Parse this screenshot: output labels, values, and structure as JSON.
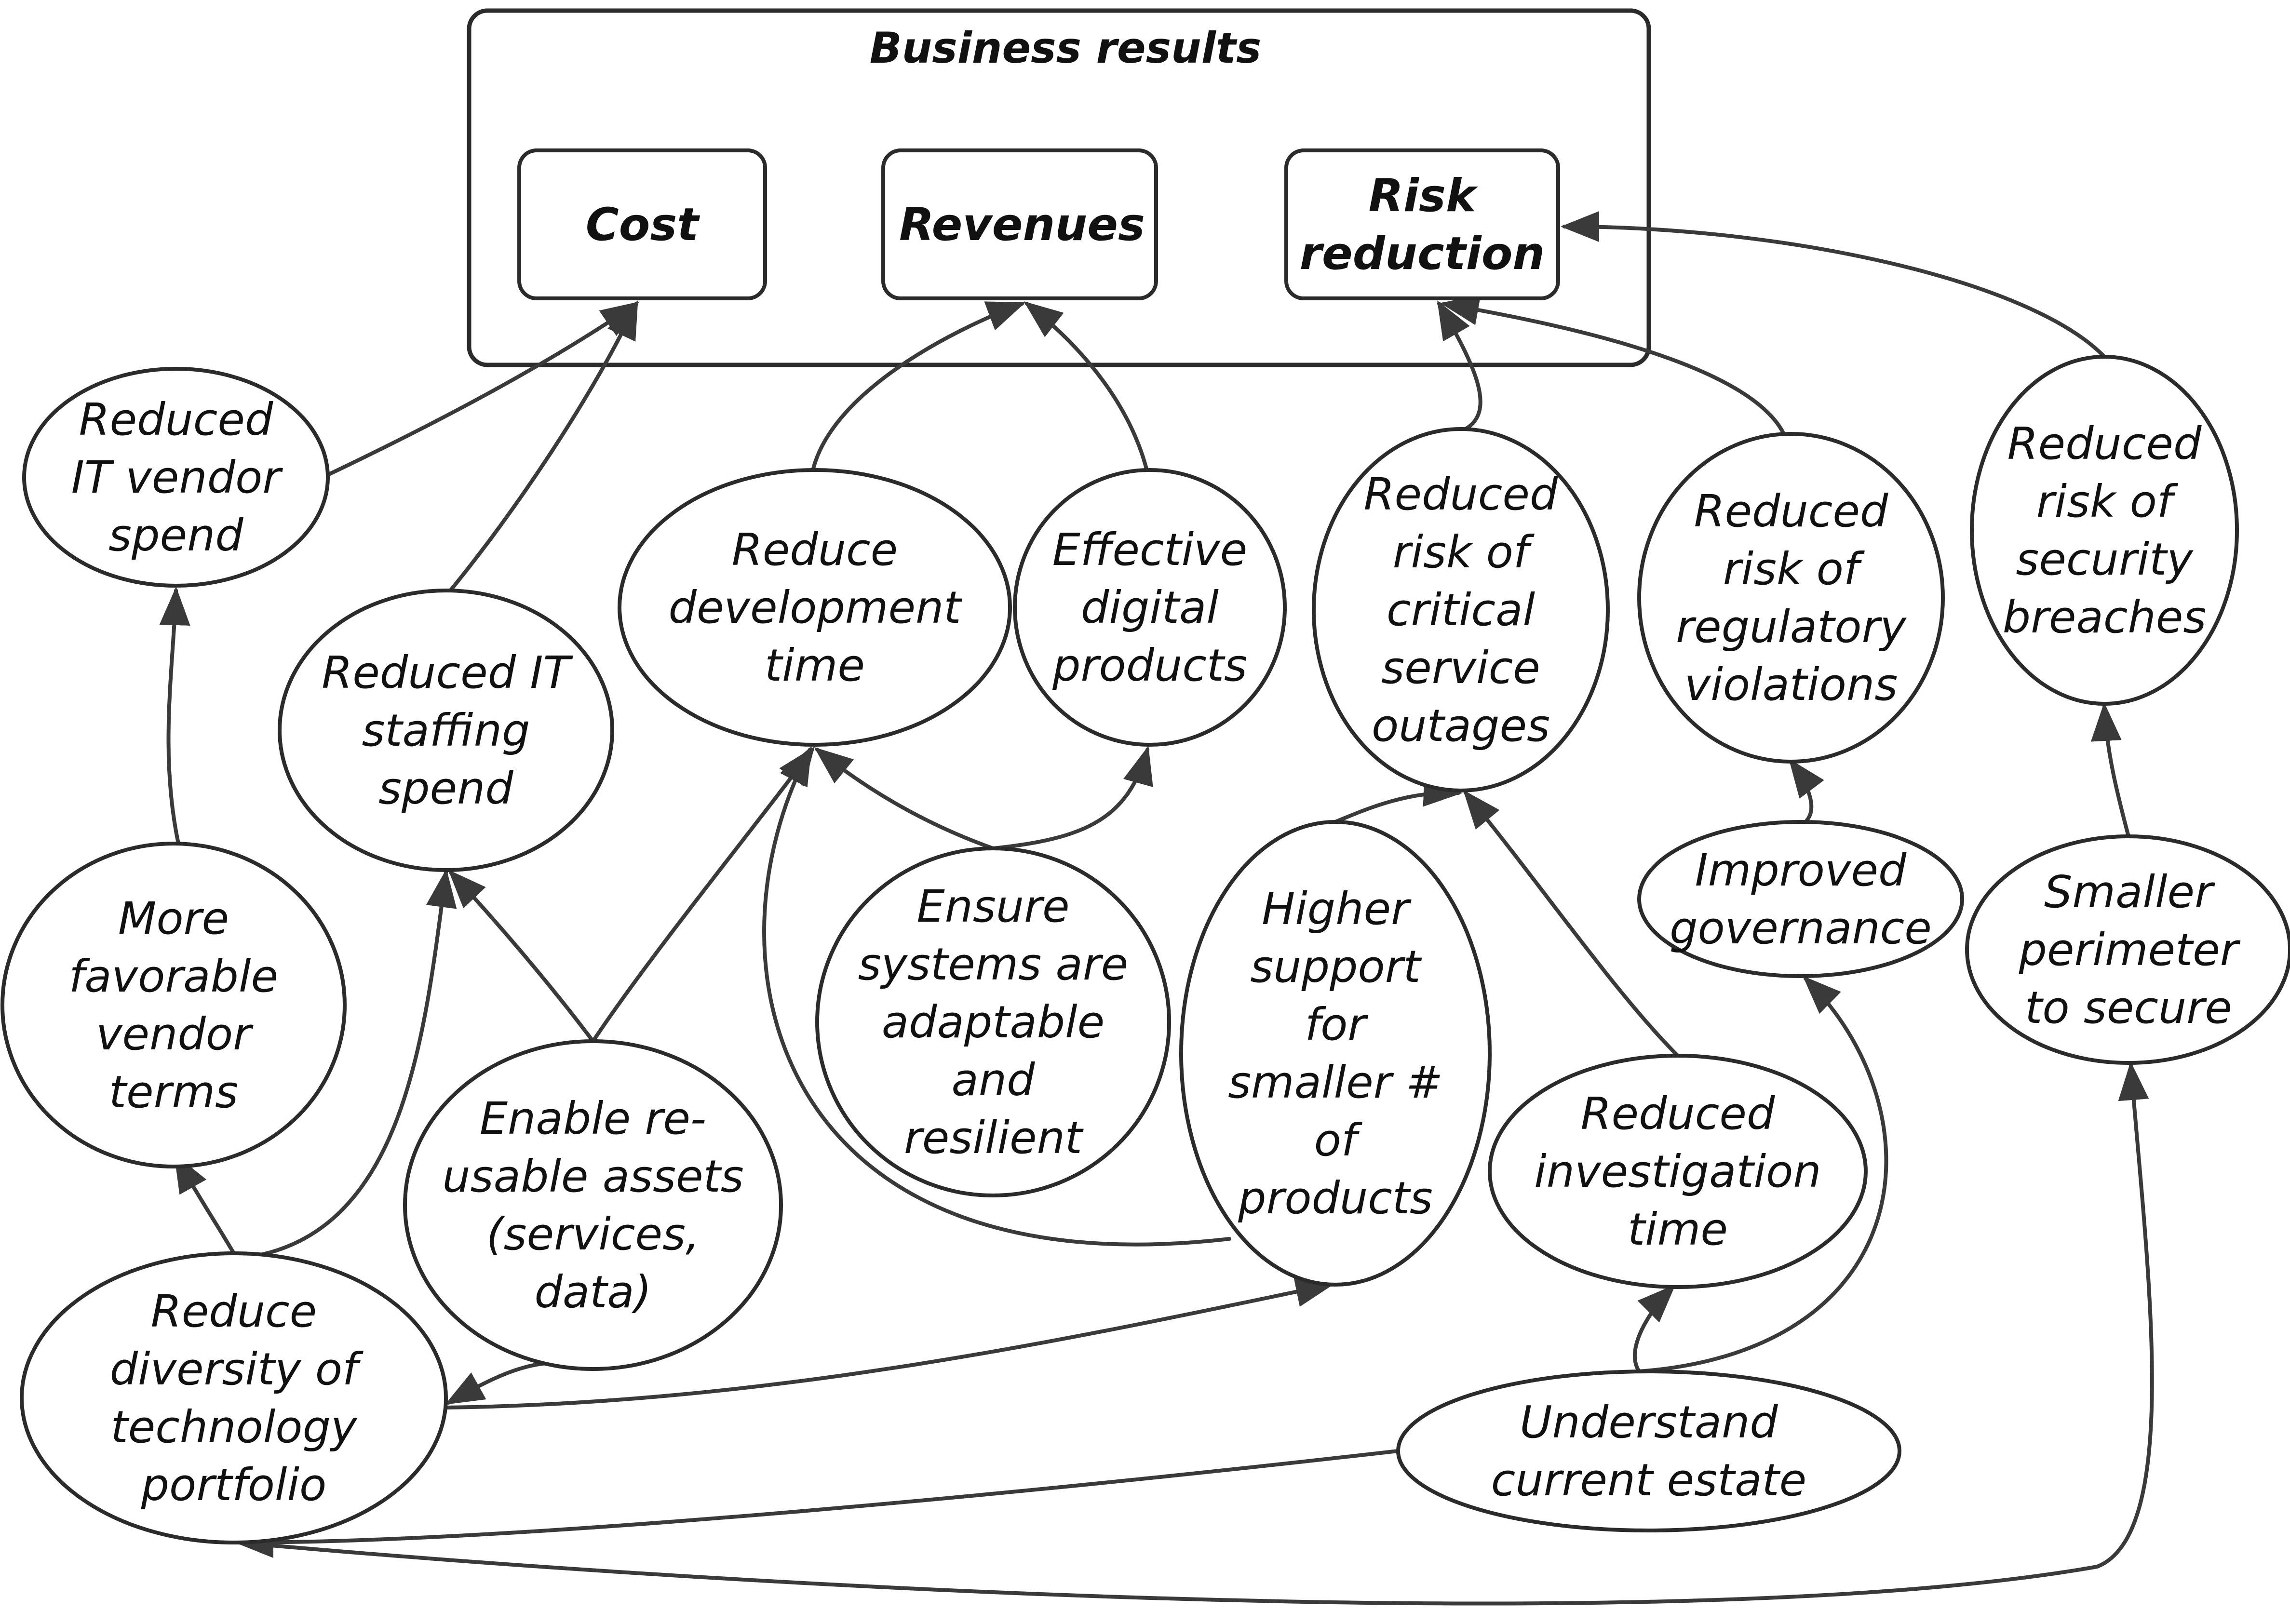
{
  "group": {
    "title": "Business results"
  },
  "nodes": {
    "cost": {
      "lines": [
        "Cost"
      ]
    },
    "revenues": {
      "lines": [
        "Revenues"
      ]
    },
    "risk_reduction": {
      "lines": [
        "Risk",
        "reduction"
      ]
    },
    "reduced_it_vendor_spend": {
      "lines": [
        "Reduced",
        "IT vendor",
        "spend"
      ]
    },
    "reduced_it_staffing_spend": {
      "lines": [
        "Reduced IT",
        "staffing",
        "spend"
      ]
    },
    "reduce_development_time": {
      "lines": [
        "Reduce",
        "development",
        "time"
      ]
    },
    "effective_digital_products": {
      "lines": [
        "Effective",
        "digital",
        "products"
      ]
    },
    "reduced_risk_outages": {
      "lines": [
        "Reduced",
        "risk of",
        "critical",
        "service",
        "outages"
      ]
    },
    "reduced_risk_regulatory": {
      "lines": [
        "Reduced",
        "risk of",
        "regulatory",
        "violations"
      ]
    },
    "reduced_risk_security": {
      "lines": [
        "Reduced",
        "risk of",
        "security",
        "breaches"
      ]
    },
    "more_favorable_vendor_terms": {
      "lines": [
        "More",
        "favorable",
        "vendor",
        "terms"
      ]
    },
    "ensure_adaptable": {
      "lines": [
        "Ensure",
        "systems are",
        "adaptable",
        "and",
        "resilient"
      ]
    },
    "higher_support": {
      "lines": [
        "Higher",
        "support",
        "for",
        "smaller #",
        "of",
        "products"
      ]
    },
    "improved_governance": {
      "lines": [
        "Improved",
        "governance"
      ]
    },
    "smaller_perimeter": {
      "lines": [
        "Smaller",
        "perimeter",
        "to secure"
      ]
    },
    "enable_reusable_assets": {
      "lines": [
        "Enable re-",
        "usable assets",
        "(services,",
        "data)"
      ]
    },
    "reduced_investigation_time": {
      "lines": [
        "Reduced",
        "investigation",
        "time"
      ]
    },
    "reduce_diversity": {
      "lines": [
        "Reduce",
        "diversity of",
        "technology",
        "portfolio"
      ]
    },
    "understand_current_estate": {
      "lines": [
        "Understand",
        "current estate"
      ]
    }
  },
  "edges": [
    {
      "from": "reduced_it_vendor_spend",
      "to": "cost"
    },
    {
      "from": "reduced_it_staffing_spend",
      "to": "cost"
    },
    {
      "from": "reduce_development_time",
      "to": "revenues"
    },
    {
      "from": "effective_digital_products",
      "to": "revenues"
    },
    {
      "from": "reduced_risk_outages",
      "to": "risk_reduction"
    },
    {
      "from": "reduced_risk_regulatory",
      "to": "risk_reduction"
    },
    {
      "from": "reduced_risk_security",
      "to": "risk_reduction"
    },
    {
      "from": "more_favorable_vendor_terms",
      "to": "reduced_it_vendor_spend"
    },
    {
      "from": "reduce_diversity",
      "to": "more_favorable_vendor_terms"
    },
    {
      "from": "reduce_diversity",
      "to": "reduced_it_staffing_spend"
    },
    {
      "from": "enable_reusable_assets",
      "to": "reduced_it_staffing_spend"
    },
    {
      "from": "enable_reusable_assets",
      "to": "reduce_development_time"
    },
    {
      "from": "enable_reusable_assets",
      "to": "reduce_diversity"
    },
    {
      "from": "ensure_adaptable",
      "to": "reduce_development_time"
    },
    {
      "from": "ensure_adaptable",
      "to": "effective_digital_products"
    },
    {
      "from": "higher_support",
      "to": "reduce_development_time"
    },
    {
      "from": "higher_support",
      "to": "reduced_risk_outages"
    },
    {
      "from": "reduced_investigation_time",
      "to": "reduced_risk_outages"
    },
    {
      "from": "improved_governance",
      "to": "reduced_risk_regulatory"
    },
    {
      "from": "smaller_perimeter",
      "to": "reduced_risk_security"
    },
    {
      "from": "reduce_diversity",
      "to": "higher_support"
    },
    {
      "from": "understand_current_estate",
      "to": "reduced_investigation_time"
    },
    {
      "from": "understand_current_estate",
      "to": "improved_governance"
    },
    {
      "from": "understand_current_estate",
      "to": "reduce_diversity"
    },
    {
      "from": "reduce_diversity",
      "to": "smaller_perimeter"
    }
  ]
}
